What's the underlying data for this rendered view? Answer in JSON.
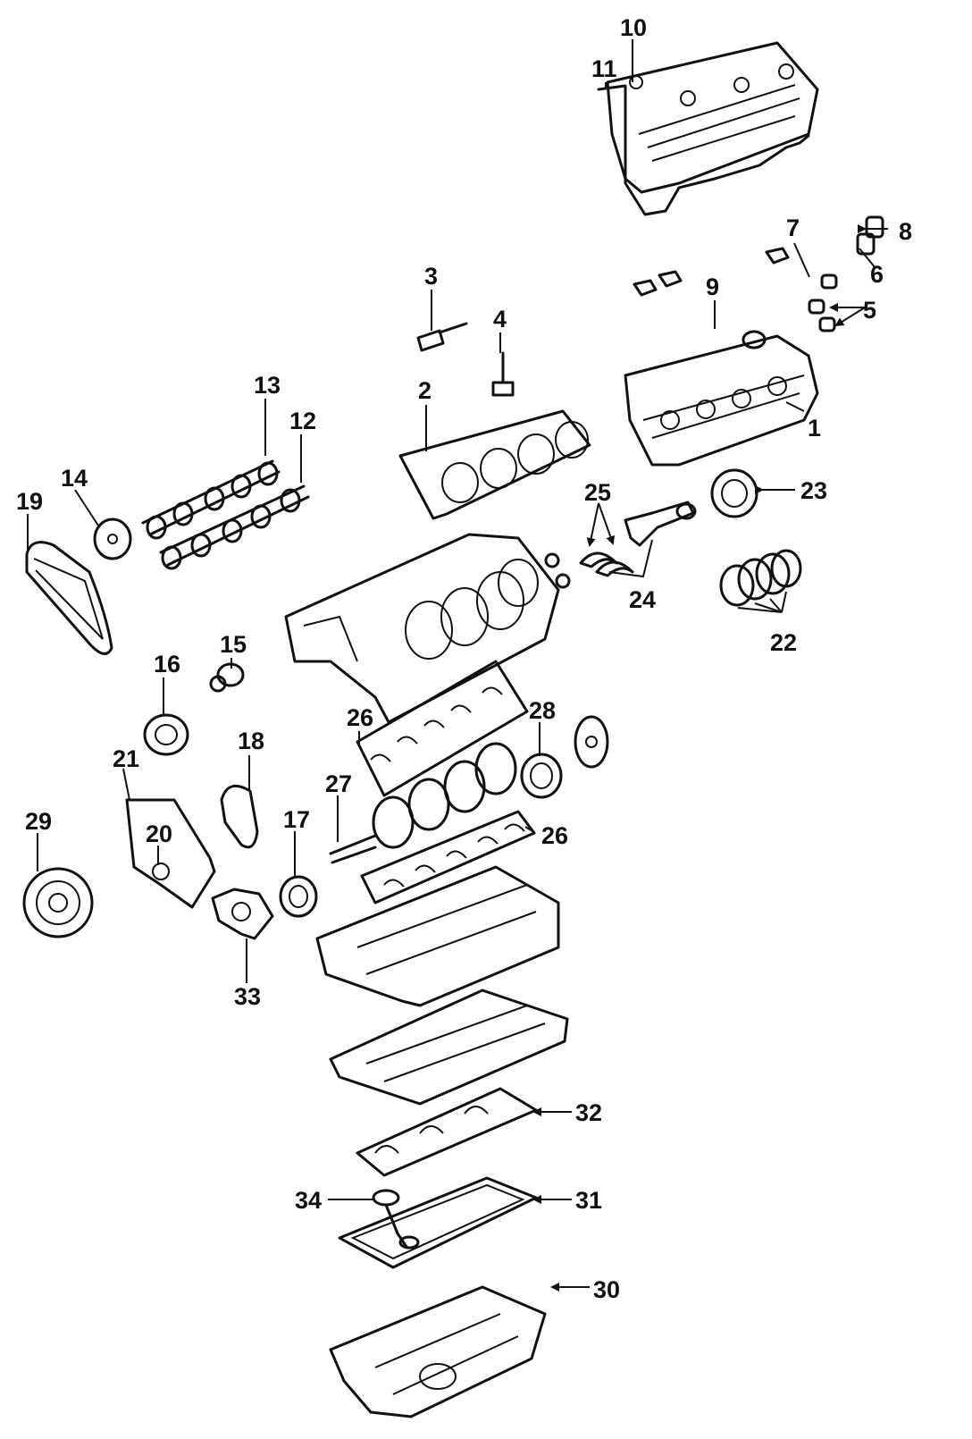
{
  "callouts": {
    "c1": "1",
    "c2": "2",
    "c3": "3",
    "c4": "4",
    "c5": "5",
    "c6": "6",
    "c7": "7",
    "c8": "8",
    "c9": "9",
    "c10": "10",
    "c11": "11",
    "c12": "12",
    "c13": "13",
    "c14": "14",
    "c15": "15",
    "c16": "16",
    "c17": "17",
    "c18": "18",
    "c19": "19",
    "c20": "20",
    "c21": "21",
    "c22": "22",
    "c23": "23",
    "c24": "24",
    "c25": "25",
    "c26a": "26",
    "c26b": "26",
    "c27": "27",
    "c28": "28",
    "c29": "29",
    "c30": "30",
    "c31": "31",
    "c32": "32",
    "c33": "33",
    "c34": "34"
  }
}
